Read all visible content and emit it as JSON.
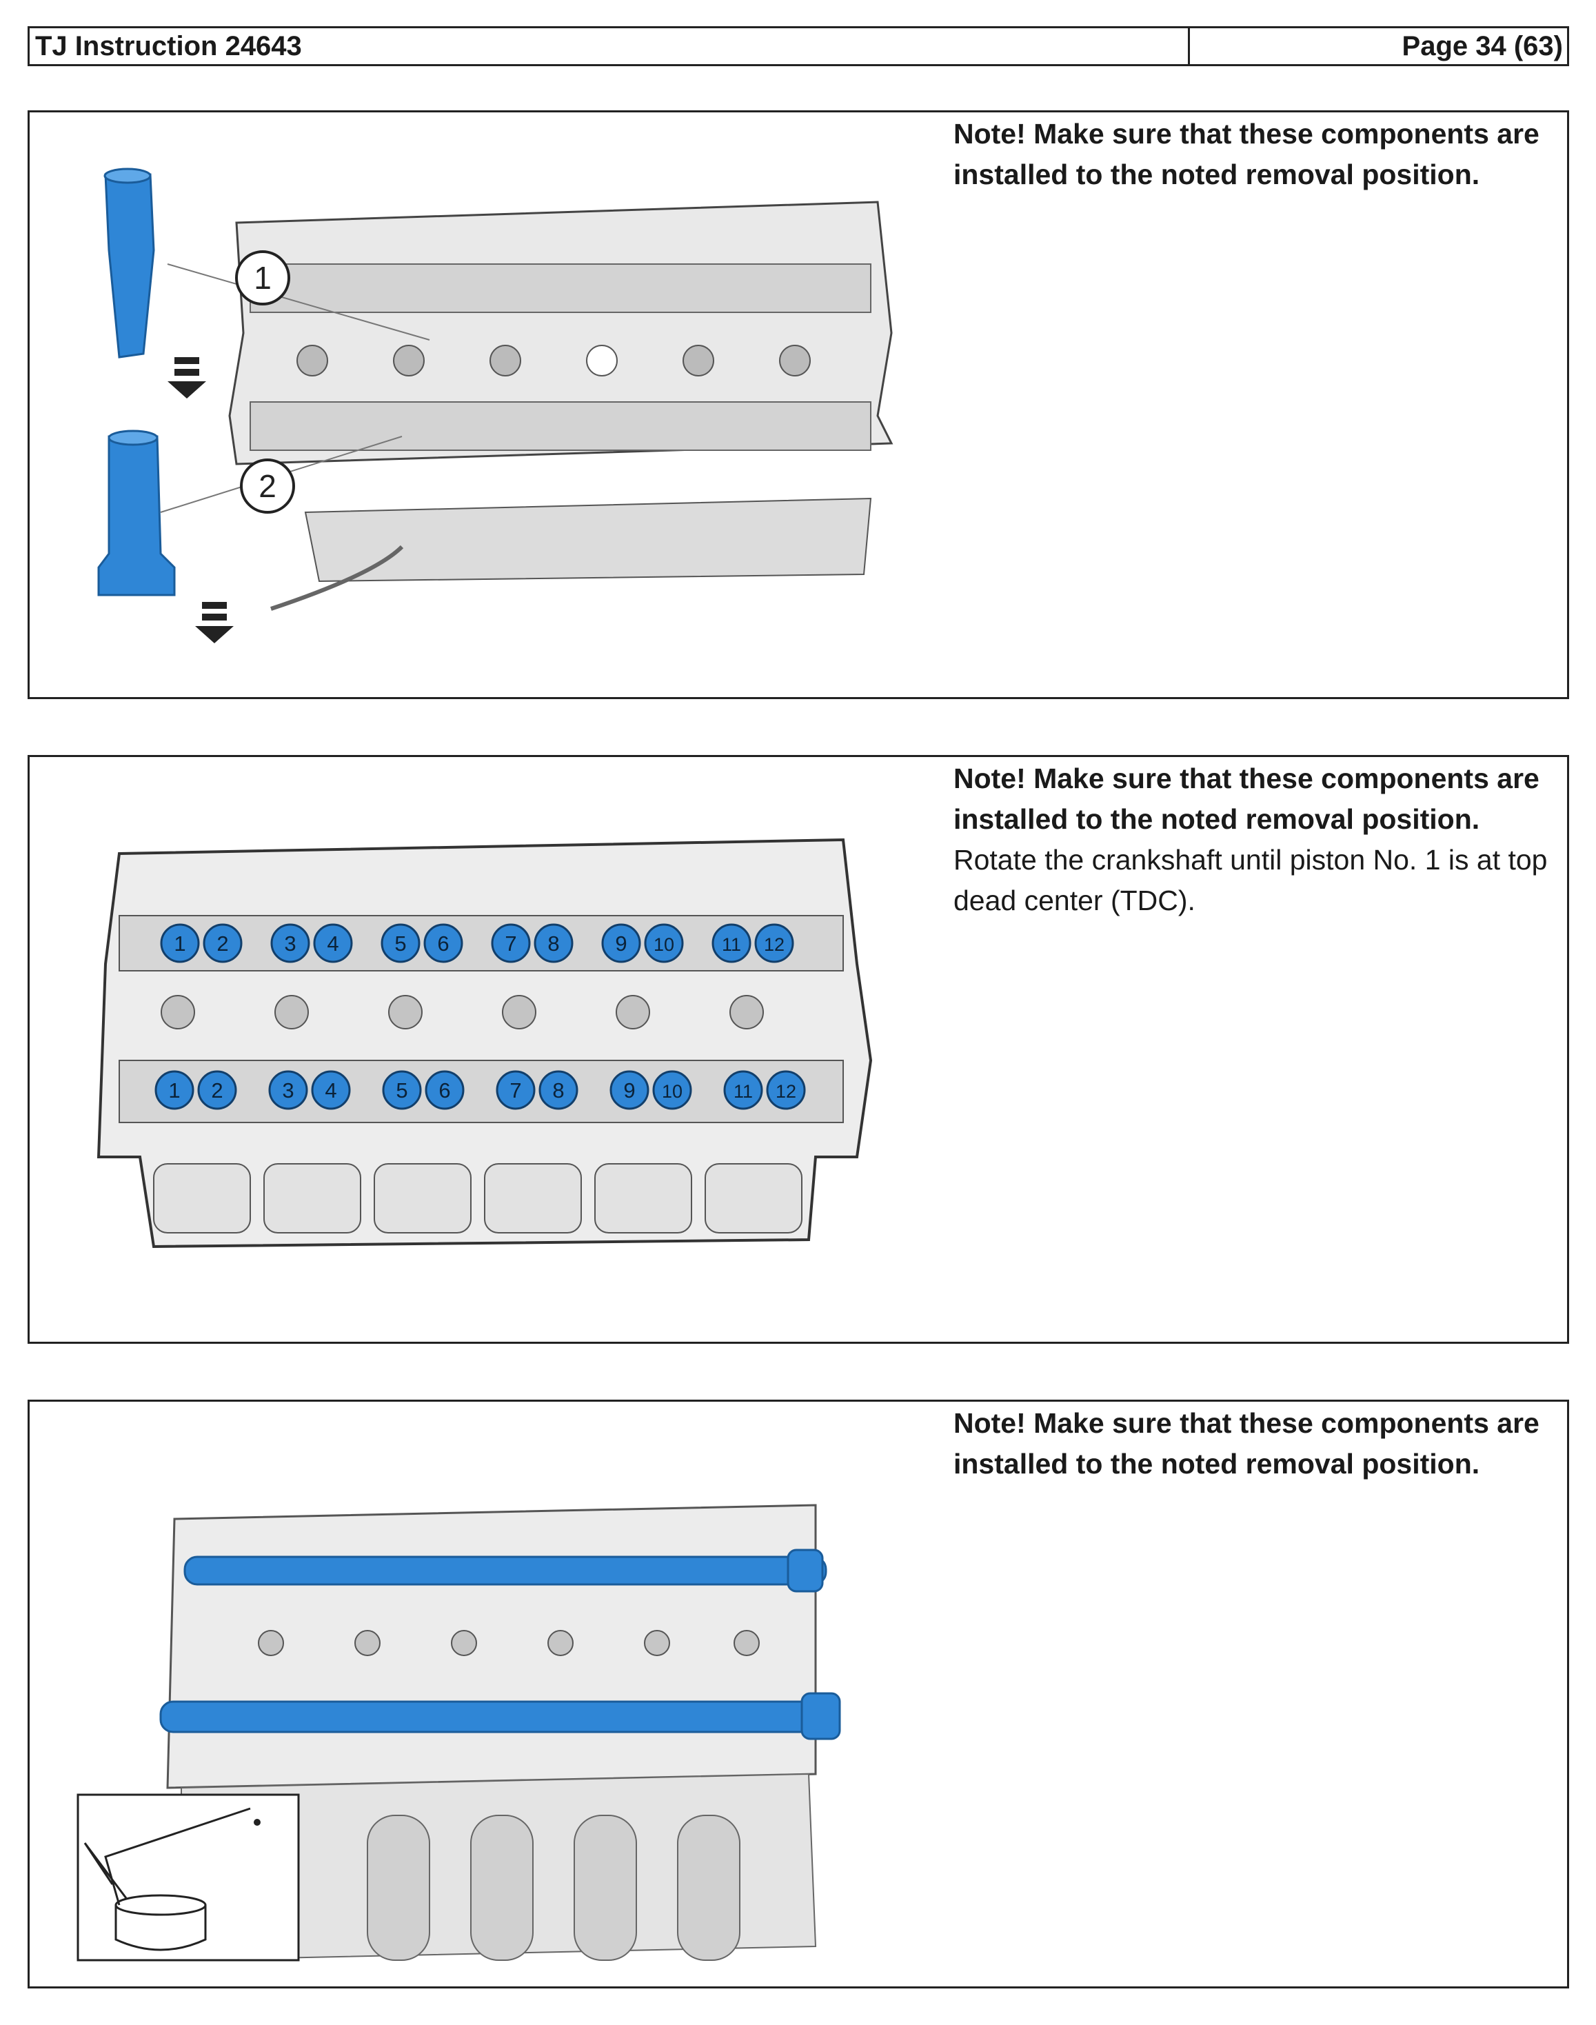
{
  "header": {
    "doc_title": "TJ Instruction 24643",
    "page": "Page 34 (63)"
  },
  "steps": [
    {
      "note": "Note!  Make sure that these components are installed to the noted removal position.",
      "instruction": "",
      "callouts": [
        "1",
        "2"
      ]
    },
    {
      "note": "Note!  Make sure that these components are installed to the noted removal position.",
      "instruction": "Rotate the crankshaft until piston No. 1 is at top dead center (TDC).",
      "top_row": [
        "1",
        "2",
        "3",
        "4",
        "5",
        "6",
        "7",
        "8",
        "9",
        "10",
        "11",
        "12"
      ],
      "bottom_row": [
        "1",
        "2",
        "3",
        "4",
        "5",
        "6",
        "7",
        "8",
        "9",
        "10",
        "11",
        "12"
      ]
    },
    {
      "note": "Note!  Make sure that these components are installed to the noted removal position.",
      "instruction": ""
    }
  ],
  "colors": {
    "component_blue": "#2f86d6",
    "border": "#222222"
  },
  "icons": [
    "down-arrow-icon",
    "oil-can-icon"
  ]
}
